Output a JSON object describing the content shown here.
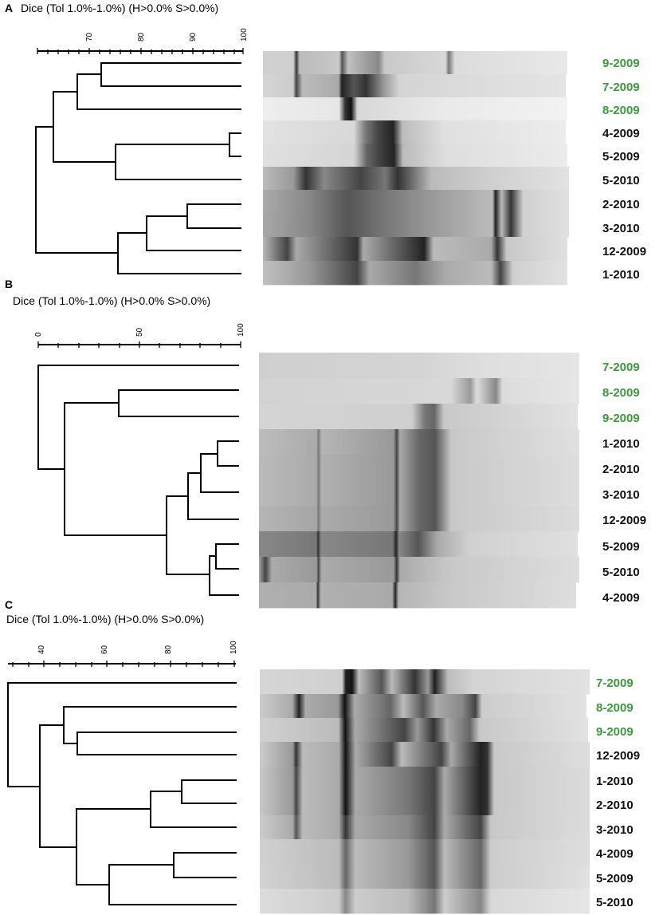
{
  "colors": {
    "highlight": "#3a9a3a",
    "normal": "#111111"
  },
  "panels": [
    {
      "letter": "A",
      "caption": "Dice (Tol 1.0%-1.0%) (H>0.0% S>0.0%)",
      "axis_ticks": [
        "70",
        "80",
        "90",
        "100"
      ],
      "samples": [
        {
          "label": "9-2009",
          "highlight": true
        },
        {
          "label": "7-2009",
          "highlight": true
        },
        {
          "label": "8-2009",
          "highlight": true
        },
        {
          "label": "4-2009",
          "highlight": false
        },
        {
          "label": "5-2009",
          "highlight": false
        },
        {
          "label": "5-2010",
          "highlight": false
        },
        {
          "label": "2-2010",
          "highlight": false
        },
        {
          "label": "3-2010",
          "highlight": false
        },
        {
          "label": "12-2009",
          "highlight": false
        },
        {
          "label": "1-2010",
          "highlight": false
        }
      ]
    },
    {
      "letter": "B",
      "caption": "Dice (Tol 1.0%-1.0%) (H>0.0% S>0.0%)",
      "axis_ticks": [
        "0",
        "50",
        "100"
      ],
      "samples": [
        {
          "label": "7-2009",
          "highlight": true
        },
        {
          "label": "8-2009",
          "highlight": true
        },
        {
          "label": "9-2009",
          "highlight": true
        },
        {
          "label": "1-2010",
          "highlight": false
        },
        {
          "label": "2-2010",
          "highlight": false
        },
        {
          "label": "3-2010",
          "highlight": false
        },
        {
          "label": "12-2009",
          "highlight": false
        },
        {
          "label": "5-2009",
          "highlight": false
        },
        {
          "label": "5-2010",
          "highlight": false
        },
        {
          "label": "4-2009",
          "highlight": false
        }
      ]
    },
    {
      "letter": "C",
      "caption": "Dice (Tol 1.0%-1.0%) (H>0.0% S>0.0%)",
      "axis_ticks": [
        "40",
        "60",
        "80",
        "100"
      ],
      "samples": [
        {
          "label": "7-2009",
          "highlight": true
        },
        {
          "label": "8-2009",
          "highlight": true
        },
        {
          "label": "9-2009",
          "highlight": true
        },
        {
          "label": "12-2009",
          "highlight": false
        },
        {
          "label": "1-2010",
          "highlight": false
        },
        {
          "label": "2-2010",
          "highlight": false
        },
        {
          "label": "3-2010",
          "highlight": false
        },
        {
          "label": "4-2009",
          "highlight": false
        },
        {
          "label": "5-2009",
          "highlight": false
        },
        {
          "label": "5-2010",
          "highlight": false
        }
      ]
    }
  ]
}
